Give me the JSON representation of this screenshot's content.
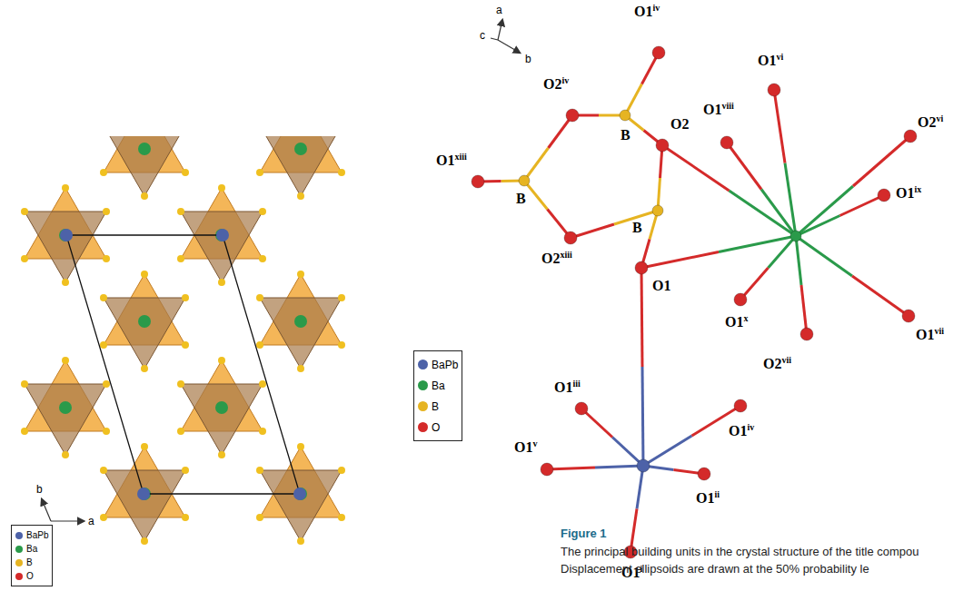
{
  "diagram": {
    "title": "Figure 1",
    "caption": "The principal building units in the crystal structure of the title compou Displacement ellipsoids are drawn at the 50% probability le",
    "labels": [
      "b",
      "a",
      "a",
      "c",
      "b",
      "O1iv",
      "O2iv",
      "O1viii",
      "O1vi",
      "O2vi",
      "O1xiii",
      "B",
      "B",
      "O2",
      "O1ix",
      "B",
      "O2xiii",
      "O1iii",
      "O1",
      "O1x",
      "O1vii",
      "O1v",
      "O1iv",
      "O2vii",
      "O1ii",
      "O1i"
    ],
    "legend": [
      {
        "text": "BaPb",
        "color": "#4d62a8"
      },
      {
        "text": "Ba",
        "color": "#2a9a4a"
      },
      {
        "text": "B",
        "color": "#e6b422"
      },
      {
        "text": "O",
        "color": "#d42a2a"
      },
      {
        "text": "BaPb",
        "color": "#4d62a8"
      },
      {
        "text": "Ba",
        "color": "#2a9a4a"
      },
      {
        "text": "B",
        "color": "#e6b422"
      },
      {
        "text": "O",
        "color": "#d42a2a"
      }
    ]
  }
}
